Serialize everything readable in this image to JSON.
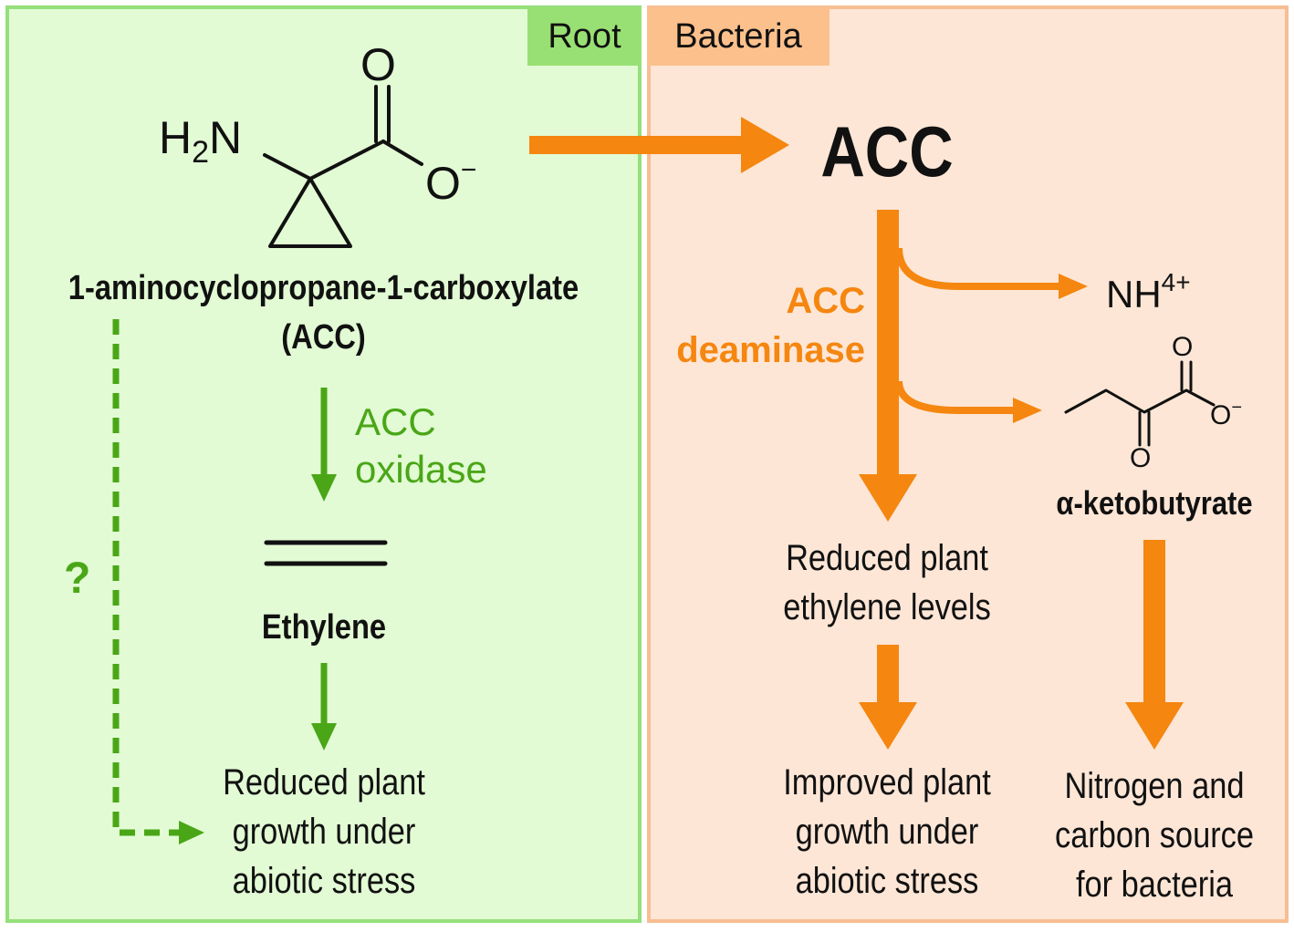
{
  "panels": {
    "root_label": "Root",
    "bacteria_label": "Bacteria"
  },
  "molecule": {
    "amine": "H",
    "amine_sub": "2",
    "amine_n": "N",
    "carbonyl_o": "O",
    "oxide_o": "O",
    "oxide_charge": "−"
  },
  "root": {
    "acc_name_line1": "1-aminocyclopropane-1-carboxylate",
    "acc_name_line2": "(ACC)",
    "enzyme_line1": "ACC",
    "enzyme_line2": "oxidase",
    "ethylene_label": "Ethylene",
    "question_mark": "?",
    "outcome_line1": "Reduced plant",
    "outcome_line2": "growth under",
    "outcome_line3": "abiotic stress"
  },
  "bacteria": {
    "acc_big": "ACC",
    "enzyme_line1": "ACC",
    "enzyme_line2": "deaminase",
    "ammonium": "NH",
    "ammonium_sup": "4+",
    "keto_o_top": "O",
    "keto_o_bottom": "O",
    "keto_o_minus": "O",
    "keto_charge": "−",
    "ketobutyrate_label": "α-ketobutyrate",
    "reduced_line1": "Reduced plant",
    "reduced_line2": "ethylene levels",
    "improved_line1": "Improved plant",
    "improved_line2": "growth under",
    "improved_line3": "abiotic stress",
    "nitrogen_line1": "Nitrogen and",
    "nitrogen_line2": "carbon source",
    "nitrogen_line3": "for bacteria"
  },
  "colors": {
    "green_arrow": "#4aa617",
    "orange_arrow": "#f5860f",
    "root_bg": "#e2fbd4",
    "bacteria_bg": "#fde6d6"
  }
}
